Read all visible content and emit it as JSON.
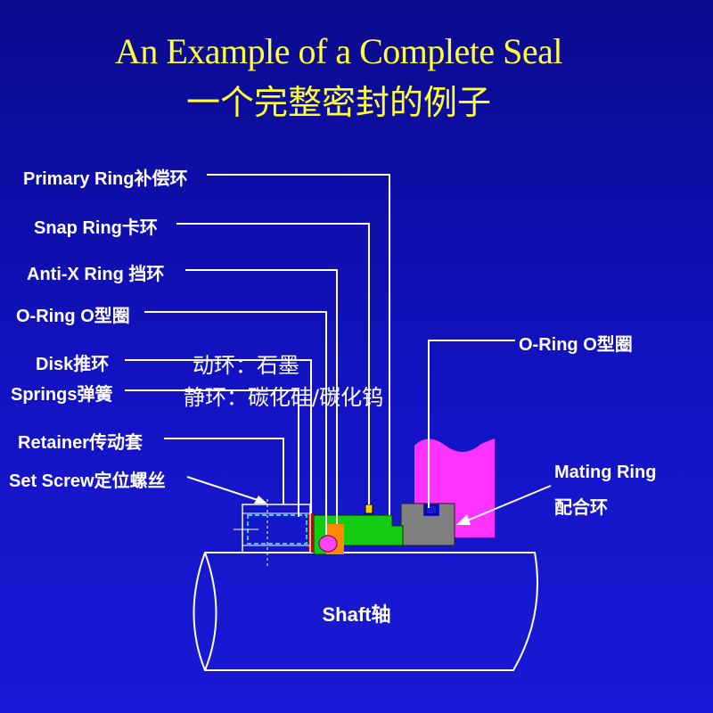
{
  "title_en": "An Example of a Complete Seal",
  "title_zh": "一个完整密封的例子",
  "labels": {
    "primary_ring": "Primary Ring补偿环",
    "snap_ring": "Snap  Ring卡环",
    "anti_x_ring": "Anti-X Ring 挡环",
    "o_ring_left": "O-Ring O型圈",
    "disk": "Disk推环",
    "springs": "Springs弹簧",
    "retainer": "Retainer传动套",
    "set_screw": "Set Screw定位螺丝",
    "o_ring_right": "O-Ring O型圈",
    "mating_ring_en": "Mating Ring",
    "mating_ring_zh": "配合环",
    "shaft": "Shaft轴"
  },
  "notes": {
    "rotating_ring": "动环：石墨",
    "stationary_ring": "静环：碳化硅/碳化钨"
  },
  "colors": {
    "title": "#ffff33",
    "label": "#ffffff",
    "primary_ring": "#11cc11",
    "mating_ring": "#808080",
    "housing": "#ff33ff",
    "o_ring": "#ff44ff",
    "anti_x_ring": "#ff8800",
    "retainer_face": "#ffcc00",
    "spring": "#33ccff"
  }
}
